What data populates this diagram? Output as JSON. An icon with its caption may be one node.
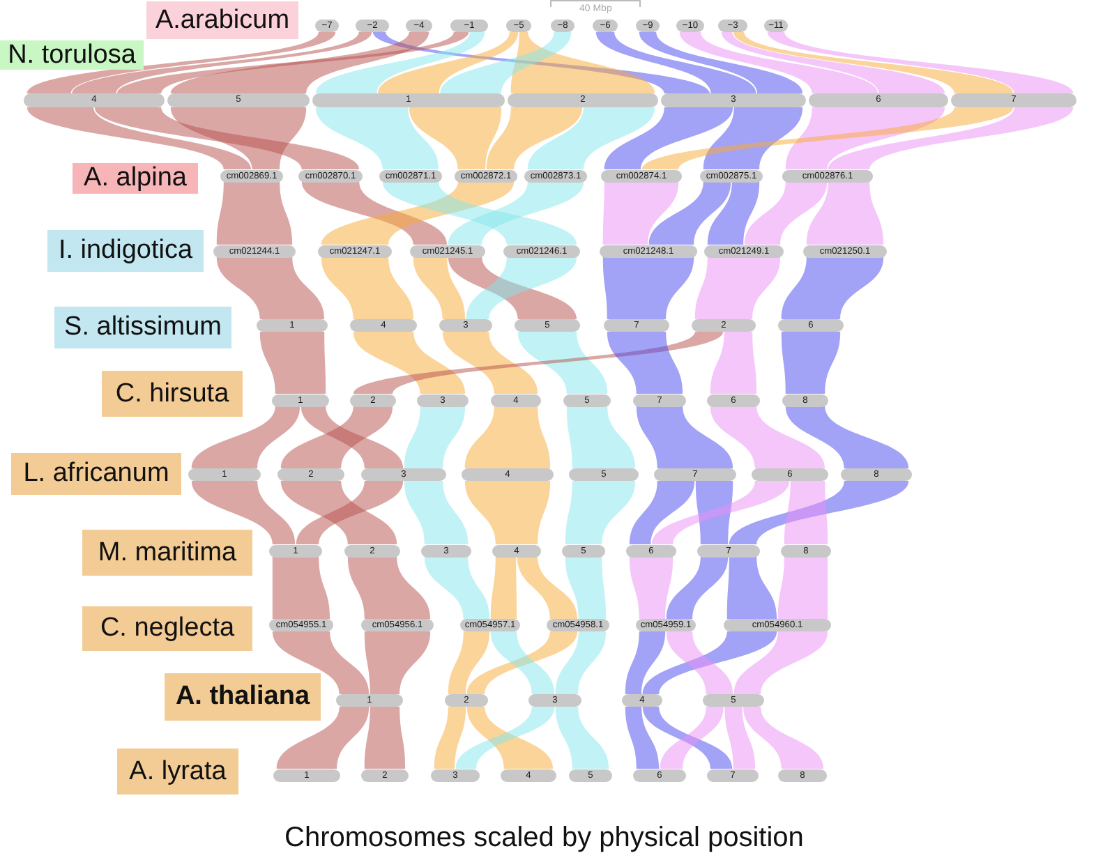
{
  "diagram": {
    "caption": "Chromosomes scaled by physical position",
    "nodes": [
      {
        "text": [
          "A.arabicum"
        ]
      },
      {
        "text": [
          "−7"
        ]
      },
      {
        "text": [
          "−2"
        ]
      },
      {
        "text": [
          "−4"
        ]
      },
      {
        "text": [
          "−1"
        ]
      },
      {
        "text": [
          "−5"
        ]
      },
      {
        "text": [
          "−8"
        ]
      },
      {
        "text": [
          "−6"
        ]
      },
      {
        "text": [
          "−9"
        ]
      },
      {
        "text": [
          "−10"
        ]
      },
      {
        "text": [
          "−3"
        ]
      },
      {
        "text": [
          "−11"
        ]
      },
      {
        "text": [
          "N. torulosa"
        ]
      },
      {
        "text": [
          "4"
        ]
      },
      {
        "text": [
          "5"
        ]
      },
      {
        "text": [
          "1"
        ]
      },
      {
        "text": [
          "2"
        ]
      },
      {
        "text": [
          "3"
        ]
      },
      {
        "text": [
          "6"
        ]
      },
      {
        "text": [
          "7"
        ]
      },
      {
        "text": [
          "A. alpina"
        ]
      },
      {
        "text": [
          "cm002869.1"
        ]
      },
      {
        "text": [
          "cm002870.1"
        ]
      },
      {
        "text": [
          "cm002871.1"
        ]
      },
      {
        "text": [
          "cm002872.1"
        ]
      },
      {
        "text": [
          "cm002873.1"
        ]
      },
      {
        "text": [
          "cm002874.1"
        ]
      },
      {
        "text": [
          "cm002875.1"
        ]
      },
      {
        "text": [
          "cm002876.1"
        ]
      },
      {
        "text": [
          "I. indigotica"
        ]
      },
      {
        "text": [
          "cm021244.1"
        ]
      },
      {
        "text": [
          "cm021247.1"
        ]
      },
      {
        "text": [
          "cm021245.1"
        ]
      },
      {
        "text": [
          "cm021246.1"
        ]
      },
      {
        "text": [
          "cm021248.1"
        ]
      },
      {
        "text": [
          "cm021249.1"
        ]
      },
      {
        "text": [
          "cm021250.1"
        ]
      },
      {
        "text": [
          "S. altissimum"
        ]
      },
      {
        "text": [
          "1"
        ]
      },
      {
        "text": [
          "4"
        ]
      },
      {
        "text": [
          "3"
        ]
      },
      {
        "text": [
          "5"
        ]
      },
      {
        "text": [
          "7"
        ]
      },
      {
        "text": [
          "2"
        ]
      },
      {
        "text": [
          "6"
        ]
      },
      {
        "text": [
          "C. hirsuta"
        ]
      },
      {
        "text": [
          "1"
        ]
      },
      {
        "text": [
          "2"
        ]
      },
      {
        "text": [
          "3"
        ]
      },
      {
        "text": [
          "4"
        ]
      },
      {
        "text": [
          "5"
        ]
      },
      {
        "text": [
          "7"
        ]
      },
      {
        "text": [
          "6"
        ]
      },
      {
        "text": [
          "8"
        ]
      },
      {
        "text": [
          "L. africanum"
        ]
      },
      {
        "text": [
          "1"
        ]
      },
      {
        "text": [
          "2"
        ]
      },
      {
        "text": [
          "3"
        ]
      },
      {
        "text": [
          "4"
        ]
      },
      {
        "text": [
          "5"
        ]
      },
      {
        "text": [
          "7"
        ]
      },
      {
        "text": [
          "6"
        ]
      },
      {
        "text": [
          "8"
        ]
      },
      {
        "text": [
          "M. maritima"
        ]
      },
      {
        "text": [
          "1"
        ]
      },
      {
        "text": [
          "2"
        ]
      },
      {
        "text": [
          "3"
        ]
      },
      {
        "text": [
          "4"
        ]
      },
      {
        "text": [
          "5"
        ]
      },
      {
        "text": [
          "6"
        ]
      },
      {
        "text": [
          "7"
        ]
      },
      {
        "text": [
          "8"
        ]
      },
      {
        "text": [
          "C. neglecta"
        ]
      },
      {
        "text": [
          "cm054955.1"
        ]
      },
      {
        "text": [
          "cm054956.1"
        ]
      },
      {
        "text": [
          "cm054957.1"
        ]
      },
      {
        "text": [
          "cm054958.1"
        ]
      },
      {
        "text": [
          "cm054959.1"
        ]
      },
      {
        "text": [
          "cm054960.1"
        ]
      },
      {
        "text": [
          "A. thaliana"
        ]
      },
      {
        "text": [
          "1"
        ]
      },
      {
        "text": [
          "2"
        ]
      },
      {
        "text": [
          "3"
        ]
      },
      {
        "text": [
          "4"
        ]
      },
      {
        "text": [
          "5"
        ]
      },
      {
        "text": [
          "A. lyrata"
        ]
      },
      {
        "text": [
          "1"
        ]
      },
      {
        "text": [
          "2"
        ]
      },
      {
        "text": [
          "3"
        ]
      },
      {
        "text": [
          "4"
        ]
      },
      {
        "text": [
          "5"
        ]
      },
      {
        "text": [
          "6"
        ]
      },
      {
        "text": [
          "7"
        ]
      },
      {
        "text": [
          "8"
        ]
      }
    ],
    "edges": [
      {
        "from": 1,
        "to": 13,
        "arrow": "none",
        "color": "#b5504b"
      },
      {
        "from": 2,
        "to": 13,
        "arrow": "none",
        "color": "#b5504b"
      },
      {
        "from": 2,
        "to": 17,
        "arrow": "none",
        "color": "#4646ee"
      },
      {
        "from": 3,
        "to": 14,
        "arrow": "none",
        "color": "#b5504b"
      },
      {
        "from": 4,
        "to": 13,
        "arrow": "none",
        "color": "#b5504b"
      },
      {
        "from": 4,
        "to": 15,
        "arrow": "none",
        "color": "#84e6ec"
      },
      {
        "from": 5,
        "to": 15,
        "arrow": "none",
        "color": "#f7a935"
      },
      {
        "from": 5,
        "to": 16,
        "arrow": "none",
        "color": "#f7a935"
      },
      {
        "from": 6,
        "to": 15,
        "arrow": "none",
        "color": "#84e6ec"
      },
      {
        "from": 7,
        "to": 17,
        "arrow": "none",
        "color": "#4646ee"
      },
      {
        "from": 8,
        "to": 17,
        "arrow": "none",
        "color": "#4646ee"
      },
      {
        "from": 9,
        "to": 18,
        "arrow": "none",
        "color": "#ec8ef3"
      },
      {
        "from": 10,
        "to": 19,
        "arrow": "none",
        "color": "#f7a935"
      },
      {
        "from": 10,
        "to": 18,
        "arrow": "none",
        "color": "#ec8ef3"
      },
      {
        "from": 11,
        "to": 19,
        "arrow": "none",
        "color": "#ec8ef3"
      },
      {
        "from": 13,
        "to": 21,
        "arrow": "none",
        "color": "#b5504b"
      },
      {
        "from": 13,
        "to": 22,
        "arrow": "none",
        "color": "#b5504b"
      },
      {
        "from": 14,
        "to": 21,
        "arrow": "none",
        "color": "#b5504b"
      },
      {
        "from": 15,
        "to": 23,
        "arrow": "none",
        "color": "#84e6ec"
      },
      {
        "from": 15,
        "to": 24,
        "arrow": "none",
        "color": "#f7a935"
      },
      {
        "from": 16,
        "to": 25,
        "arrow": "none",
        "color": "#84e6ec"
      },
      {
        "from": 16,
        "to": 24,
        "arrow": "none",
        "color": "#f7a935"
      },
      {
        "from": 17,
        "to": 26,
        "arrow": "none",
        "color": "#4646ee"
      },
      {
        "from": 17,
        "to": 27,
        "arrow": "none",
        "color": "#4646ee"
      },
      {
        "from": 18,
        "to": 28,
        "arrow": "none",
        "color": "#ec8ef3"
      },
      {
        "from": 19,
        "to": 28,
        "arrow": "none",
        "color": "#ec8ef3"
      },
      {
        "from": 19,
        "to": 26,
        "arrow": "none",
        "color": "#f7a935"
      },
      {
        "from": 21,
        "to": 30,
        "arrow": "none",
        "color": "#b5504b"
      },
      {
        "from": 22,
        "to": 32,
        "arrow": "none",
        "color": "#b5504b"
      },
      {
        "from": 24,
        "to": 31,
        "arrow": "none",
        "color": "#f7a935"
      },
      {
        "from": 23,
        "to": 33,
        "arrow": "none",
        "color": "#84e6ec"
      },
      {
        "from": 25,
        "to": 32,
        "arrow": "none",
        "color": "#84e6ec"
      },
      {
        "from": 26,
        "to": 34,
        "arrow": "none",
        "color": "#ec8ef3"
      },
      {
        "from": 27,
        "to": 34,
        "arrow": "none",
        "color": "#4646ee"
      },
      {
        "from": 27,
        "to": 35,
        "arrow": "none",
        "color": "#4646ee"
      },
      {
        "from": 28,
        "to": 35,
        "arrow": "none",
        "color": "#ec8ef3"
      },
      {
        "from": 28,
        "to": 36,
        "arrow": "none",
        "color": "#ec8ef3"
      },
      {
        "from": 30,
        "to": 38,
        "arrow": "none",
        "color": "#b5504b"
      },
      {
        "from": 31,
        "to": 39,
        "arrow": "none",
        "color": "#f7a935"
      },
      {
        "from": 32,
        "to": 41,
        "arrow": "none",
        "color": "#b5504b"
      },
      {
        "from": 32,
        "to": 40,
        "arrow": "none",
        "color": "#f7a935"
      },
      {
        "from": 33,
        "to": 40,
        "arrow": "none",
        "color": "#84e6ec"
      },
      {
        "from": 34,
        "to": 42,
        "arrow": "none",
        "color": "#4646ee"
      },
      {
        "from": 35,
        "to": 43,
        "arrow": "none",
        "color": "#ec8ef3"
      },
      {
        "from": 36,
        "to": 44,
        "arrow": "none",
        "color": "#4646ee"
      },
      {
        "from": 38,
        "to": 46,
        "arrow": "none",
        "color": "#b5504b"
      },
      {
        "from": 39,
        "to": 48,
        "arrow": "none",
        "color": "#f7a935"
      },
      {
        "from": 40,
        "to": 49,
        "arrow": "none",
        "color": "#f7a935"
      },
      {
        "from": 41,
        "to": 50,
        "arrow": "none",
        "color": "#84e6ec"
      },
      {
        "from": 43,
        "to": 47,
        "arrow": "none",
        "color": "#b5504b"
      },
      {
        "from": 42,
        "to": 51,
        "arrow": "none",
        "color": "#4646ee"
      },
      {
        "from": 43,
        "to": 52,
        "arrow": "none",
        "color": "#ec8ef3"
      },
      {
        "from": 44,
        "to": 53,
        "arrow": "none",
        "color": "#4646ee"
      },
      {
        "from": 46,
        "to": 55,
        "arrow": "none",
        "color": "#b5504b"
      },
      {
        "from": 46,
        "to": 57,
        "arrow": "none",
        "color": "#b5504b"
      },
      {
        "from": 47,
        "to": 56,
        "arrow": "none",
        "color": "#b5504b"
      },
      {
        "from": 48,
        "to": 57,
        "arrow": "none",
        "color": "#84e6ec"
      },
      {
        "from": 49,
        "to": 58,
        "arrow": "none",
        "color": "#f7a935"
      },
      {
        "from": 50,
        "to": 59,
        "arrow": "none",
        "color": "#84e6ec"
      },
      {
        "from": 51,
        "to": 60,
        "arrow": "none",
        "color": "#4646ee"
      },
      {
        "from": 52,
        "to": 61,
        "arrow": "none",
        "color": "#ec8ef3"
      },
      {
        "from": 53,
        "to": 62,
        "arrow": "none",
        "color": "#4646ee"
      },
      {
        "from": 55,
        "to": 64,
        "arrow": "none",
        "color": "#b5504b"
      },
      {
        "from": 56,
        "to": 65,
        "arrow": "none",
        "color": "#b5504b"
      },
      {
        "from": 57,
        "to": 64,
        "arrow": "none",
        "color": "#b5504b"
      },
      {
        "from": 57,
        "to": 66,
        "arrow": "none",
        "color": "#84e6ec"
      },
      {
        "from": 58,
        "to": 67,
        "arrow": "none",
        "color": "#f7a935"
      },
      {
        "from": 59,
        "to": 68,
        "arrow": "none",
        "color": "#84e6ec"
      },
      {
        "from": 60,
        "to": 69,
        "arrow": "none",
        "color": "#4646ee"
      },
      {
        "from": 60,
        "to": 70,
        "arrow": "none",
        "color": "#4646ee"
      },
      {
        "from": 61,
        "to": 69,
        "arrow": "none",
        "color": "#ec8ef3"
      },
      {
        "from": 62,
        "to": 70,
        "arrow": "none",
        "color": "#4646ee"
      },
      {
        "from": 61,
        "to": 71,
        "arrow": "none",
        "color": "#ec8ef3"
      },
      {
        "from": 64,
        "to": 73,
        "arrow": "none",
        "color": "#b5504b"
      },
      {
        "from": 65,
        "to": 74,
        "arrow": "none",
        "color": "#b5504b"
      },
      {
        "from": 66,
        "to": 75,
        "arrow": "none",
        "color": "#84e6ec"
      },
      {
        "from": 67,
        "to": 76,
        "arrow": "none",
        "color": "#f7a935"
      },
      {
        "from": 67,
        "to": 75,
        "arrow": "none",
        "color": "#f7a935"
      },
      {
        "from": 68,
        "to": 76,
        "arrow": "none",
        "color": "#84e6ec"
      },
      {
        "from": 69,
        "to": 77,
        "arrow": "none",
        "color": "#ec8ef3"
      },
      {
        "from": 70,
        "to": 77,
        "arrow": "none",
        "color": "#4646ee"
      },
      {
        "from": 70,
        "to": 78,
        "arrow": "none",
        "color": "#4646ee"
      },
      {
        "from": 71,
        "to": 78,
        "arrow": "none",
        "color": "#ec8ef3"
      },
      {
        "from": 73,
        "to": 80,
        "arrow": "none",
        "color": "#b5504b"
      },
      {
        "from": 74,
        "to": 80,
        "arrow": "none",
        "color": "#b5504b"
      },
      {
        "from": 75,
        "to": 81,
        "arrow": "none",
        "color": "#f7a935"
      },
      {
        "from": 76,
        "to": 81,
        "arrow": "none",
        "color": "#f7a935"
      },
      {
        "from": 75,
        "to": 82,
        "arrow": "none",
        "color": "#84e6ec"
      },
      {
        "from": 76,
        "to": 82,
        "arrow": "none",
        "color": "#84e6ec"
      },
      {
        "from": 77,
        "to": 83,
        "arrow": "none",
        "color": "#4646ee"
      },
      {
        "from": 78,
        "to": 83,
        "arrow": "none",
        "color": "#4646ee"
      },
      {
        "from": 77,
        "to": 84,
        "arrow": "none",
        "color": "#ec8ef3"
      },
      {
        "from": 78,
        "to": 84,
        "arrow": "none",
        "color": "#ec8ef3"
      },
      {
        "from": 80,
        "to": 86,
        "arrow": "none",
        "color": "#b5504b"
      },
      {
        "from": 80,
        "to": 87,
        "arrow": "none",
        "color": "#b5504b"
      },
      {
        "from": 81,
        "to": 88,
        "arrow": "none",
        "color": "#f7a935"
      },
      {
        "from": 81,
        "to": 89,
        "arrow": "none",
        "color": "#f7a935"
      },
      {
        "from": 82,
        "to": 88,
        "arrow": "none",
        "color": "#84e6ec"
      },
      {
        "from": 82,
        "to": 90,
        "arrow": "none",
        "color": "#84e6ec"
      },
      {
        "from": 83,
        "to": 91,
        "arrow": "none",
        "color": "#4646ee"
      },
      {
        "from": 83,
        "to": 92,
        "arrow": "none",
        "color": "#4646ee"
      },
      {
        "from": 84,
        "to": 91,
        "arrow": "none",
        "color": "#ec8ef3"
      },
      {
        "from": 84,
        "to": 92,
        "arrow": "none",
        "color": "#ec8ef3"
      },
      {
        "from": 84,
        "to": 93,
        "arrow": "none",
        "color": "#ec8ef3"
      }
    ],
    "labels": [
      "40 Mbp"
    ]
  }
}
